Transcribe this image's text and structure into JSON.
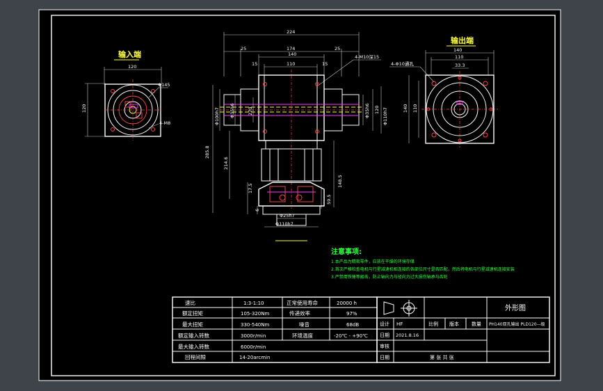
{
  "labels": {
    "input_end": "输入端",
    "output_end": "输出端"
  },
  "dimensions": {
    "top_224": "224",
    "top_25_left": "25",
    "top_174": "174",
    "top_25_right": "25",
    "top_140": "140",
    "top_110": "110",
    "top_15_left": "15",
    "top_15_right": "15",
    "holes_note": "4-M10深15",
    "left_d100": "Φ100h7",
    "left_d35": "Φ35h6",
    "left_270": "270",
    "left_285": "285.8",
    "left_214": "214.6",
    "right_d35": "Φ35h6",
    "right_120": "120",
    "right_d110": "Φ110h7",
    "right_1485": "148.5",
    "right_595": "59.5",
    "left_175": "17.5",
    "left_6": "6",
    "bottom_d25": "Φ25h7",
    "bottom_d110": "Φ110h7",
    "in_120_top": "120",
    "in_120_side": "120",
    "in_d145": "Φ145",
    "in_4m8": "4-M8",
    "out_140_top": "140",
    "out_110_top": "110",
    "out_333": "33.3",
    "out_4d10": "4-Φ10通孔",
    "out_140_side": "140",
    "out_110_side": "110"
  },
  "notes": {
    "title": "注意事项:",
    "items": [
      "1.本产品为精密零件，应放在干燥的环境存储",
      "2.首次严格检查电机与行星减速机相连接的各部位尺寸是否匹配，然后将电机与行星减速机连接安装",
      "3.严禁用铁锤等敲击，防止轴向力与径向力过大损伤轴承与齿轮"
    ]
  },
  "spec_table": {
    "rows": [
      [
        "速比",
        "1:3-1:10",
        "正常使用寿命",
        "20000 h"
      ],
      [
        "额定扭矩",
        "105-320Nm",
        "传递效率",
        "97%"
      ],
      [
        "最大扭矩",
        "330-540Nm",
        "噪音",
        "68dB"
      ],
      [
        "额定输入转数",
        "3000r/min",
        "环境温度",
        "-20℃ - +90℃"
      ],
      [
        "最大输入转数",
        "6000r/min",
        "",
        ""
      ],
      [
        "回程间隙",
        "14-20arcmin",
        "",
        ""
      ]
    ]
  },
  "title_block": {
    "drawing_name": "外形图",
    "row_design": [
      "设计",
      "HF",
      "比例",
      "版本",
      "数量"
    ],
    "part_code": "PH140双孔输出 PLD120—级",
    "row_date": [
      "日期",
      "2021.8.16"
    ],
    "row_review": "审核",
    "row_date2": "日期",
    "sheet_text": "第   张   共   张"
  },
  "colors": {
    "background": "#3e4449",
    "paper": "#000000",
    "line": "#ffffff",
    "accent_red": "#ff4a4a",
    "accent_yellow": "#ffff33",
    "accent_green": "#33ff44",
    "accent_magenta": "#ff33ff"
  }
}
